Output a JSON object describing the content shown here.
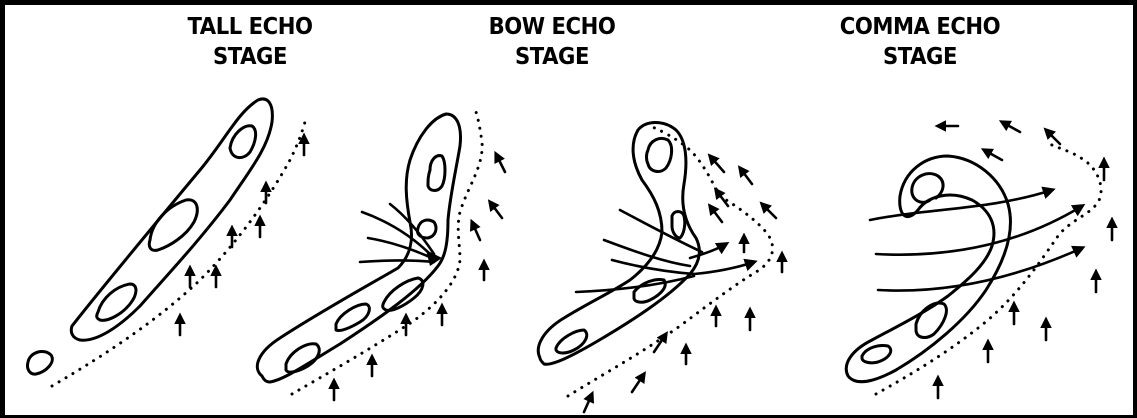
{
  "stages": [
    {
      "line1": "TALL ECHO",
      "line2": "STAGE"
    },
    {
      "line1": "BOW ECHO",
      "line2": "STAGE"
    },
    {
      "line1": "COMMA ECHO",
      "line2": "STAGE"
    }
  ]
}
